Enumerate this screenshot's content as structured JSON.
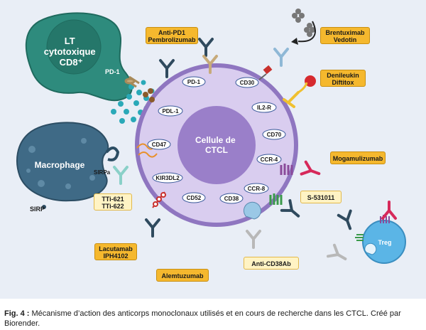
{
  "cells": {
    "lt": "LT\ncytotoxique\nCD8⁺",
    "macrophage": "Macrophage",
    "sirp": "SIRP",
    "tumor": "Cellule de\nCTCL",
    "treg": "Treg"
  },
  "receptors": {
    "pd1_cell": "PD-1",
    "pd1_tumor": "PD-1",
    "cd30": "CD30",
    "pdl1": "PDL-1",
    "il2r": "IL2-R",
    "cd70": "CD70",
    "cd47": "CD47",
    "ccr4": "CCR-4",
    "sirpa": "SIRPa",
    "kir3dl2": "KIR3DL2",
    "ccr8": "CCR-8",
    "cd52": "CD52",
    "cd38": "CD38"
  },
  "drugs": {
    "antipd1": "Anti-PD1\nPembrolizumab",
    "brentuximab": "Brentuximab\nVedotin",
    "denileukin": "Denileukin\nDiftitox",
    "mogamulizumab": "Mogamulizumab",
    "tti": "TTi-621\nTTi-622",
    "s531011": "S-531011",
    "lacutamab": "Lacutamab\nIPH4102",
    "anticd38": "Anti-CD38Ab",
    "alemtuzumab": "Alemtuzumab"
  },
  "caption": {
    "label": "Fig. 4 :",
    "text": " Mécanisme d’action des anticorps monoclonaux utilisés et en cours de recherche dans les CTCL. Créé par Biorender."
  },
  "colors": {
    "background": "#e9eef6",
    "tumor_outer": "#d9cdef",
    "tumor_inner": "#9a7fc9",
    "tumor_membrane": "#8f76c0",
    "lt_cell": "#2e8b7d",
    "macrophage": "#3f6a86",
    "treg": "#5bb5e6",
    "label_fill": "#f5b82e",
    "label_light": "#fff3c4"
  }
}
